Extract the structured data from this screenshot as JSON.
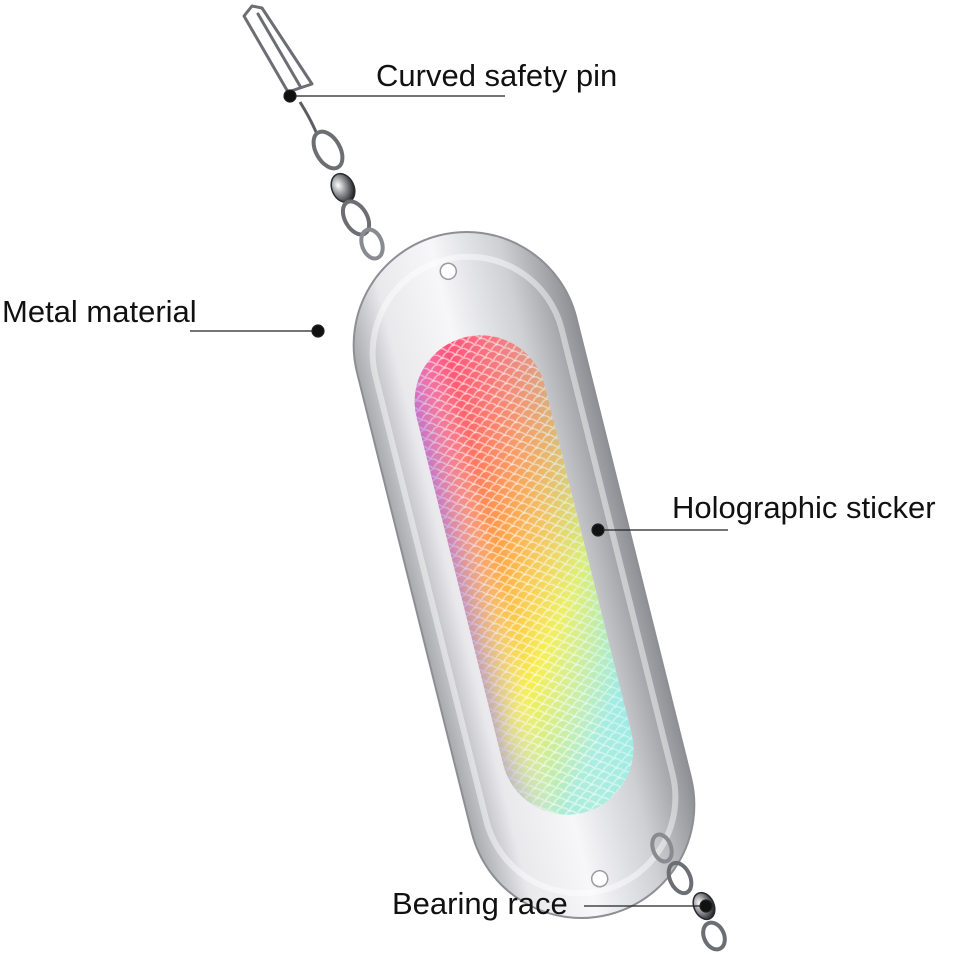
{
  "callouts": {
    "pin": "Curved safety pin",
    "metal": "Metal material",
    "sticker": "Holographic sticker",
    "bearing": "Bearing race"
  },
  "colors": {
    "text": "#111111",
    "leader": "#222222",
    "metal_light": "#f4f4f6",
    "metal_mid": "#c9cacf",
    "metal_dark": "#9a9ba0",
    "holo_pink": "#ff4f8f",
    "holo_orange": "#ff9a3c",
    "holo_yellow": "#f4f24a",
    "holo_cyan": "#9be8e6",
    "holo_violet": "#b59cf2"
  }
}
